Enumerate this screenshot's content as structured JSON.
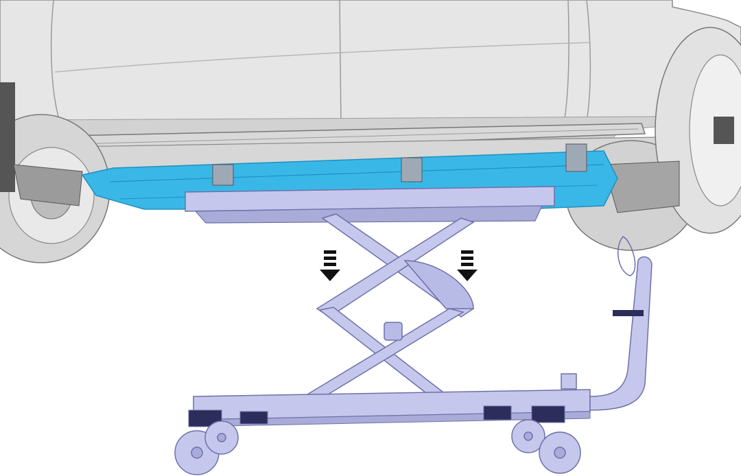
{
  "figure": {
    "components": {
      "vehicle": "vehicle-body",
      "battery": "high-voltage-battery-pack",
      "jack": "scissor-lift-battery-table",
      "arrows": "down-arrow-icon"
    },
    "colors": {
      "vehicle_fill": "#e6e6e6",
      "vehicle_shade": "#cfcfcf",
      "vehicle_line": "#8a8a8a",
      "battery": "#39b8e8",
      "battery_dark": "#1f8fc0",
      "lift_fill": "#c5c7ec",
      "lift_shade": "#a9acd9",
      "lift_line": "#6d70a8",
      "pad": "#2c2d5a",
      "arrow": "#111111"
    }
  }
}
